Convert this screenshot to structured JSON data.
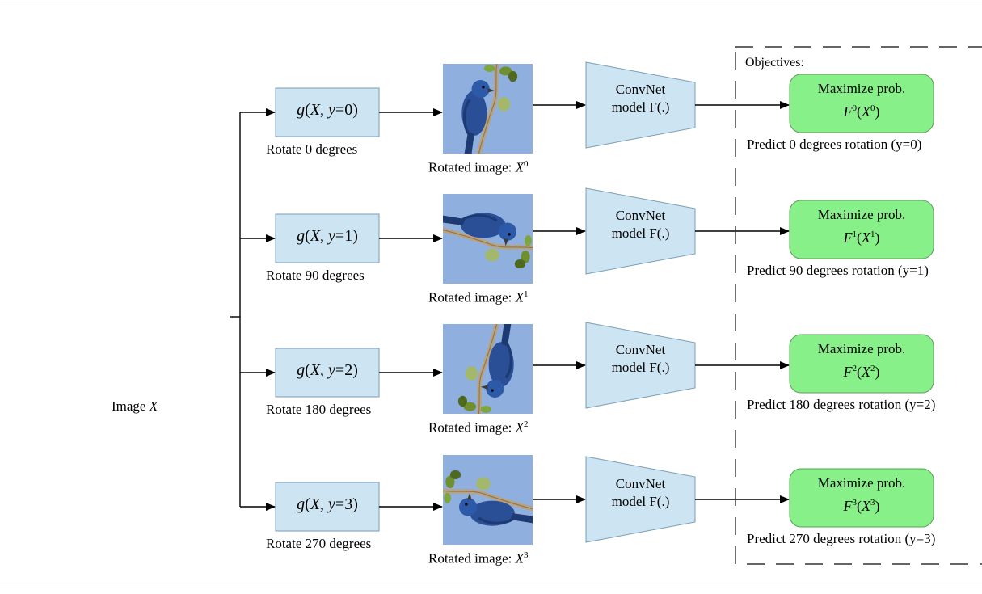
{
  "image_label": "Image",
  "image_var": "X",
  "branches": [
    {
      "g_y": "0",
      "rotate_label": "Rotate 0 degrees",
      "rotated_caption": "Rotated image:",
      "sup": "0",
      "convnet_line1": "ConvNet",
      "convnet_line2": "model F(.)",
      "objective_line1": "Maximize prob.",
      "objective_F": "F",
      "predict_label": "Predict 0 degrees rotation (y=0)"
    },
    {
      "g_y": "1",
      "rotate_label": "Rotate 90 degrees",
      "rotated_caption": "Rotated image:",
      "sup": "1",
      "convnet_line1": "ConvNet",
      "convnet_line2": "model F(.)",
      "objective_line1": "Maximize prob.",
      "objective_F": "F",
      "predict_label": "Predict 90 degrees rotation (y=1)"
    },
    {
      "g_y": "2",
      "rotate_label": "Rotate 180 degrees",
      "rotated_caption": "Rotated image:",
      "sup": "2",
      "convnet_line1": "ConvNet",
      "convnet_line2": "model F(.)",
      "objective_line1": "Maximize prob.",
      "objective_F": "F",
      "predict_label": "Predict 180 degrees rotation (y=2)"
    },
    {
      "g_y": "3",
      "rotate_label": "Rotate 270 degrees",
      "rotated_caption": "Rotated image:",
      "sup": "3",
      "convnet_line1": "ConvNet",
      "convnet_line2": "model F(.)",
      "objective_line1": "Maximize prob.",
      "objective_F": "F",
      "predict_label": "Predict 270 degrees rotation (y=3)"
    }
  ],
  "objectives_title": "Objectives:",
  "g_func": "g",
  "g_arg": "X",
  "g_eq": "y",
  "colors": {
    "g_box_fill": "#cde4f2",
    "g_box_stroke": "#7a9db3",
    "convnet_fill": "#cde4f2",
    "convnet_stroke": "#7a9db3",
    "objective_fill": "#88f088",
    "objective_stroke": "#5aa05a",
    "sky": "#8fb0df",
    "bird": "#2a4f96",
    "branch": "#b9a27d",
    "leaf": "#7a9a3a"
  }
}
